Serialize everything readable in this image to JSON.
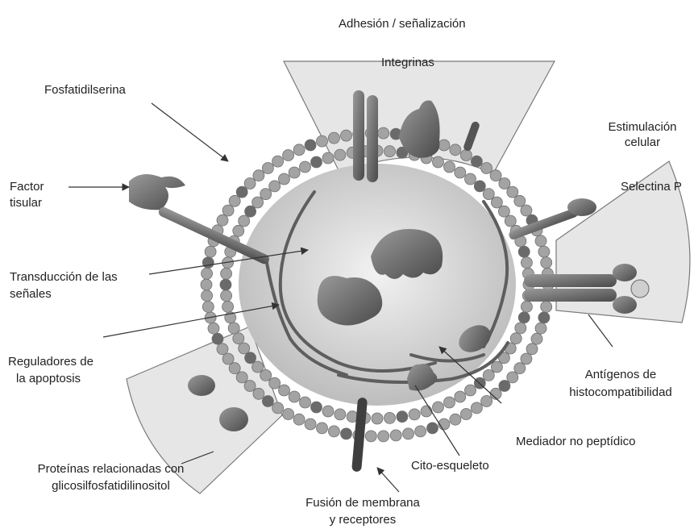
{
  "labels": {
    "adhesion": "Adhesión / señalización",
    "integrinas": "Integrinas",
    "fosfatidilserina": "Fosfatidilserina",
    "estimulacion_1": "Estimulación",
    "estimulacion_2": "celular",
    "selectina": "Selectina P",
    "factor_1": "Factor",
    "factor_2": "tisular",
    "transduccion_1": "Transducción de las",
    "transduccion_2": "señales",
    "reguladores_1": "Reguladores de",
    "reguladores_2": "la apoptosis",
    "antigenos_1": "Antígenos de",
    "antigenos_2": "histocompatibilidad",
    "mediador": "Mediador no peptídico",
    "citoesqueleto": "Cito-esqueleto",
    "proteinas_1": "Proteínas relacionadas con",
    "proteinas_2": "glicosilfosfatidilinositol",
    "fusion_1": "Fusión de membrana",
    "fusion_2": "y receptores"
  },
  "colors": {
    "sector_fill": "#e4e4e4",
    "sector_stroke": "#777777",
    "membrane_bead": "#a3a3a3",
    "membrane_bead_dark": "#6a6a6a",
    "cytoplasm": "#d8d8d8",
    "protein": "#6d6d6d",
    "text": "#222222"
  }
}
